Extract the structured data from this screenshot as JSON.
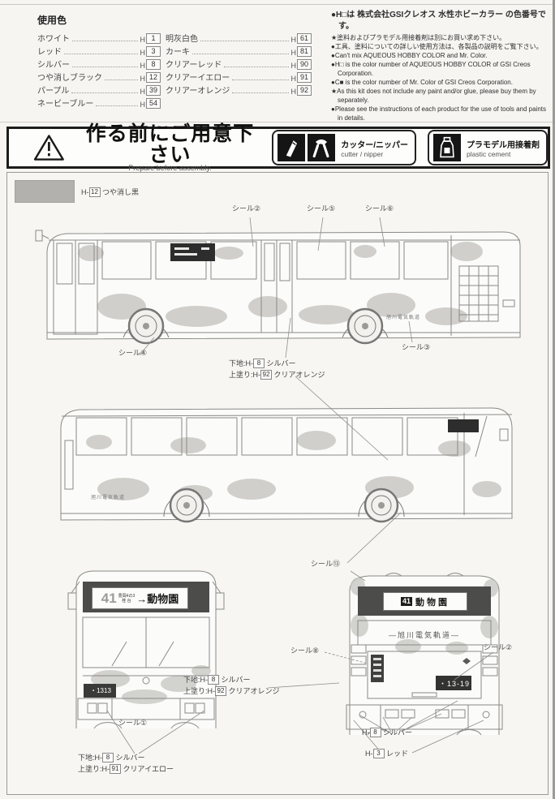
{
  "colors_section": {
    "title": "使用色",
    "prefix": "H",
    "left": [
      {
        "name": "ホワイト",
        "code": "1"
      },
      {
        "name": "レッド",
        "code": "3"
      },
      {
        "name": "シルバー",
        "code": "8"
      },
      {
        "name": "つや消しブラック",
        "code": "12"
      },
      {
        "name": "パープル",
        "code": "39"
      },
      {
        "name": "ネービーブルー",
        "code": "54"
      }
    ],
    "right": [
      {
        "name": "明灰白色",
        "code": "61"
      },
      {
        "name": "カーキ",
        "code": "81"
      },
      {
        "name": "クリアーレッド",
        "code": "90"
      },
      {
        "name": "クリアーイエロー",
        "code": "91"
      },
      {
        "name": "クリアーオレンジ",
        "code": "92"
      }
    ],
    "notes": [
      "●H□は 株式会社GSIクレオス 水性ホビーカラー の色番号です。",
      "★塗料およびプラモデル用接着剤は別にお買い求め下さい。",
      "●工具、塗料についての詳しい使用方法は、各製品の説明をご覧下さい。",
      "●Can't mix AQUEOUS HOBBY COLOR and Mr. Color.",
      "●H□ is the color number of AQUEOUS HOBBY COLOR of GSI Creos Corporation.",
      "●C■ is the color number of Mr. Color of GSI Creos Corporation.",
      "★As this kit does not include any paint and/or glue, please buy them by separately.",
      "●Please see the instructions of each product for the use of tools and paints in details."
    ]
  },
  "caution": {
    "title": "作る前にご用意下さい",
    "subtitle": "Prepare before assembly.",
    "cutter_jp": "カッター/ニッパー",
    "cutter_en": "cutter / nipper",
    "cement_jp": "プラモデル用接着剤",
    "cement_en": "plastic cement"
  },
  "drawing": {
    "legend": {
      "pre": "H-",
      "num": "12",
      "label": "つや消し黒"
    },
    "seals": [
      {
        "text": "シール②"
      },
      {
        "text": "シール⑤"
      },
      {
        "text": "シール⑥"
      },
      {
        "text": "シール④"
      },
      {
        "text": "シール③"
      },
      {
        "text": "シール⑬"
      },
      {
        "text": "シール①"
      },
      {
        "text": "シール⑧"
      },
      {
        "text": "シール②"
      }
    ],
    "callout_side1": {
      "line1": {
        "pre": "下地:H-",
        "num": "8",
        "post": "シルバー"
      },
      "line2": {
        "pre": "上塗り:H-",
        "num": "92",
        "post": "クリアオレンジ"
      }
    },
    "callout_front": {
      "line1": {
        "pre": "下地:H-",
        "num": "8",
        "post": "シルバー"
      },
      "line2": {
        "pre": "上塗り:H-",
        "num": "91",
        "post": "クリアイエロー"
      }
    },
    "callout_rear_side": {
      "line1": {
        "pre": "下地:H-",
        "num": "8",
        "post": "シルバー"
      },
      "line2": {
        "pre": "上塗り:H-",
        "num": "92",
        "post": "クリアオレンジ"
      }
    },
    "callout_silver": {
      "pre": "H-",
      "num": "8",
      "post": "シルバー"
    },
    "callout_red": {
      "pre": "H-",
      "num": "3",
      "post": "レッド"
    },
    "bus1_text": "旭川電気軌道",
    "bus2_text": "旭川電気軌道",
    "front_sign": {
      "num": "41",
      "via1": "豊岡4の3",
      "via2": "桂 台",
      "dest": "→動物園"
    },
    "front_plate": "・1313",
    "rear_sign": {
      "badge": "41",
      "dest": "動物園"
    },
    "rear_company": "―旭川電気軌道―",
    "rear_plate": "・13-19"
  }
}
